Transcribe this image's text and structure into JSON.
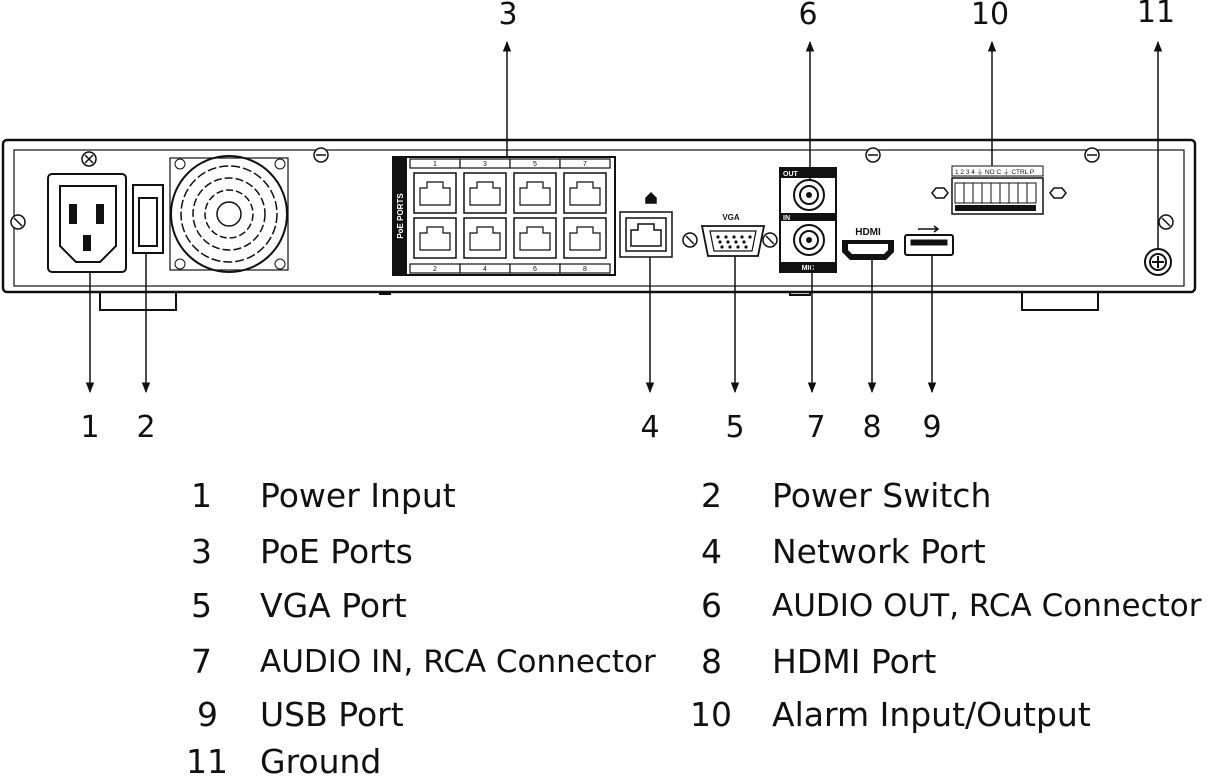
{
  "callouts": [
    "1",
    "2",
    "3",
    "4",
    "5",
    "6",
    "7",
    "8",
    "9",
    "10",
    "11"
  ],
  "panel_text": {
    "poe_ports": "PoE PORTS",
    "poe_top_numbers": [
      "1",
      "3",
      "5",
      "7"
    ],
    "poe_bottom_numbers": [
      "2",
      "4",
      "6",
      "8"
    ],
    "vga": "VGA",
    "audio_out": "OUT",
    "audio_in": "IN",
    "mic": "MIC",
    "hdmi": "HDMI",
    "alarm_terminals": "1 2 3 4 ⏚ NO C ⏚ CTRL P"
  },
  "legend": [
    {
      "num": "1",
      "label": "Power Input"
    },
    {
      "num": "2",
      "label": "Power Switch"
    },
    {
      "num": "3",
      "label": "PoE Ports"
    },
    {
      "num": "4",
      "label": "Network Port"
    },
    {
      "num": "5",
      "label": "VGA Port"
    },
    {
      "num": "6",
      "label": "AUDIO OUT, RCA Connector"
    },
    {
      "num": "7",
      "label": "AUDIO IN, RCA Connector"
    },
    {
      "num": "8",
      "label": "HDMI Port"
    },
    {
      "num": "9",
      "label": "USB Port"
    },
    {
      "num": "10",
      "label": "Alarm Input/Output"
    },
    {
      "num": "11",
      "label": "Ground"
    }
  ]
}
